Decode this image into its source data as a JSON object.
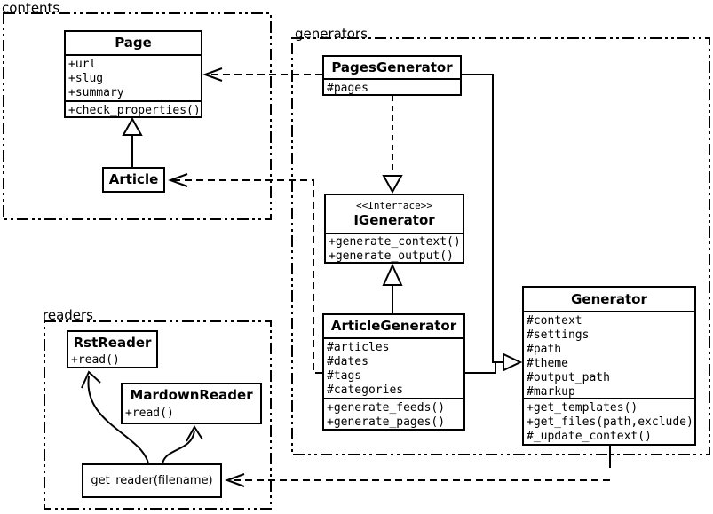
{
  "packages": {
    "contents": {
      "label": "contents"
    },
    "generators": {
      "label": "generators"
    },
    "readers": {
      "label": "readers"
    }
  },
  "classes": {
    "page": {
      "name": "Page",
      "attributes": [
        "+url",
        "+slug",
        "+summary"
      ],
      "methods": [
        "+check_properties()"
      ]
    },
    "article": {
      "name": "Article"
    },
    "pages_generator": {
      "name": "PagesGenerator",
      "attributes": [
        "#pages"
      ]
    },
    "igenerator": {
      "stereotype": "<<Interface>>",
      "name": "IGenerator",
      "methods": [
        "+generate_context()",
        "+generate_output()"
      ]
    },
    "article_generator": {
      "name": "ArticleGenerator",
      "attributes": [
        "#articles",
        "#dates",
        "#tags",
        "#categories"
      ],
      "methods": [
        "+generate_feeds()",
        "+generate_pages()"
      ]
    },
    "generator": {
      "name": "Generator",
      "attributes": [
        "#context",
        "#settings",
        "#path",
        "#theme",
        "#output_path",
        "#markup"
      ],
      "methods": [
        "+get_templates()",
        "+get_files(path,exclude)",
        "#_update_context()"
      ]
    },
    "rst_reader": {
      "name": "RstReader",
      "methods": [
        "+read()"
      ]
    },
    "mardown_reader": {
      "name": "MardownReader",
      "methods": [
        "+read()"
      ]
    },
    "get_reader": {
      "label": "get_reader(filename)"
    }
  },
  "relationships": [
    {
      "from": "Article",
      "to": "Page",
      "type": "inheritance"
    },
    {
      "from": "PagesGenerator",
      "to": "Page",
      "type": "dependency"
    },
    {
      "from": "PagesGenerator",
      "to": "IGenerator",
      "type": "realization"
    },
    {
      "from": "ArticleGenerator",
      "to": "IGenerator",
      "type": "inheritance"
    },
    {
      "from": "PagesGenerator",
      "to": "Generator",
      "type": "inheritance"
    },
    {
      "from": "ArticleGenerator",
      "to": "Generator",
      "type": "inheritance"
    },
    {
      "from": "ArticleGenerator",
      "to": "Article",
      "type": "dependency"
    },
    {
      "from": "Generator",
      "to": "get_reader(filename)",
      "type": "dependency"
    },
    {
      "from": "get_reader(filename)",
      "to": "RstReader",
      "type": "arrow"
    },
    {
      "from": "get_reader(filename)",
      "to": "MardownReader",
      "type": "arrow"
    }
  ],
  "colors": {
    "line": "#000000",
    "background": "#ffffff"
  }
}
